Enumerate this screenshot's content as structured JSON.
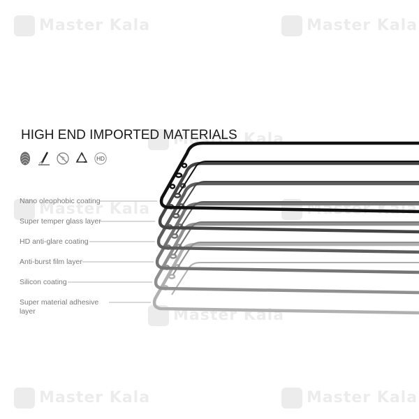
{
  "heading": "HIGH END IMPORTED MATERIALS",
  "watermark_text": "Master Kala",
  "icons": [
    {
      "name": "fingerprint-icon"
    },
    {
      "name": "scratch-resistant-icon"
    },
    {
      "name": "anti-glare-icon"
    },
    {
      "name": "recycle-icon"
    },
    {
      "name": "hd-icon",
      "label": "HD"
    }
  ],
  "layers": [
    {
      "label_line1": "Nano oleophobic coating"
    },
    {
      "label_line1": "Super temper glass layer"
    },
    {
      "label_line1": "HD anti-glare coating"
    },
    {
      "label_line1": "Anti-burst film layer"
    },
    {
      "label_line1": "Silicon coating"
    },
    {
      "label_line1": "Super material adhesive",
      "label_line2": "layer"
    }
  ],
  "colors": {
    "layer_shades": [
      "#111111",
      "#444444",
      "#5c5c5c",
      "#757575",
      "#909090",
      "#b0b0b0"
    ],
    "label_text": "#7a7a7a",
    "heading_text": "#1a1a1a"
  }
}
